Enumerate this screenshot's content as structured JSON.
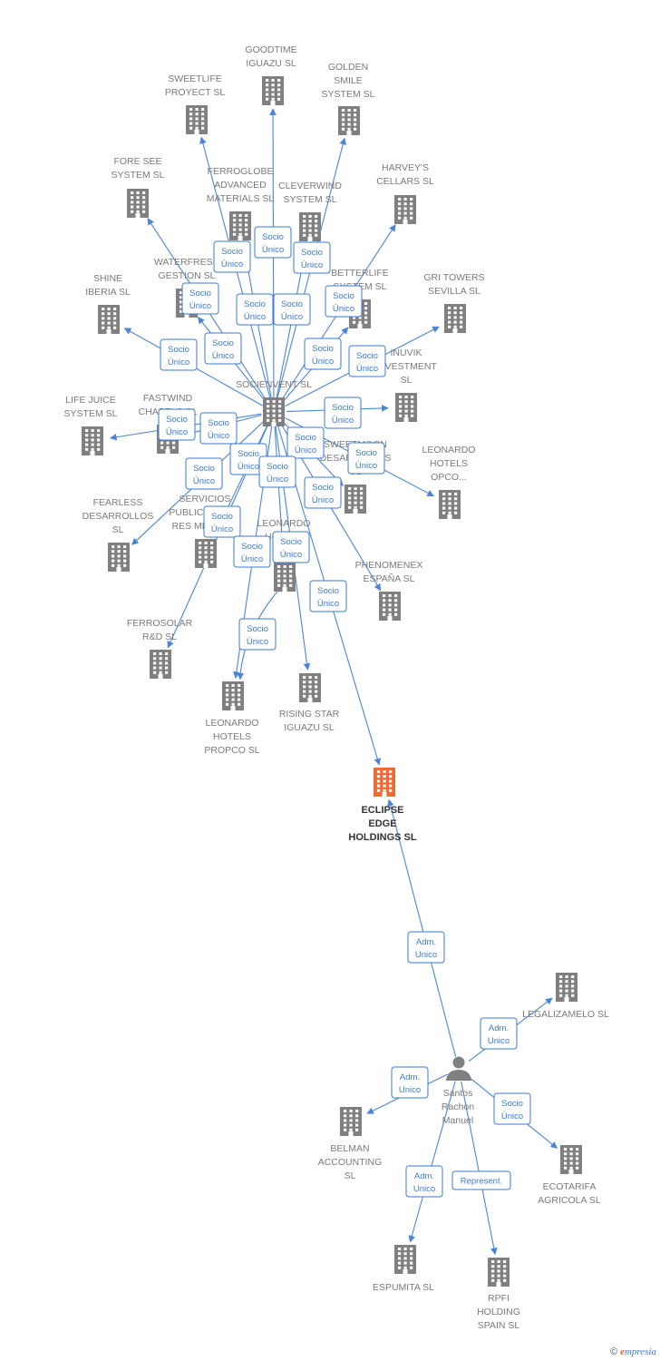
{
  "colors": {
    "edge": "#4a86d8",
    "company": "#808080",
    "focus": "#f06a35",
    "person": "#808080"
  },
  "brand": {
    "copyright": "©",
    "initial": "e",
    "rest": "mpresia"
  },
  "nodes": {
    "goodtime": {
      "kind": "company",
      "lines": [
        "GOODTIME",
        "IGUAZU  SL"
      ]
    },
    "sweetlife": {
      "kind": "company",
      "lines": [
        "SWEETLIFE",
        "PROYECT  SL"
      ]
    },
    "golden": {
      "kind": "company",
      "lines": [
        "GOLDEN",
        "SMILE",
        "SYSTEM  SL"
      ]
    },
    "foresee": {
      "kind": "company",
      "lines": [
        "FORE SEE",
        "SYSTEM  SL"
      ]
    },
    "ferroglobe": {
      "kind": "company",
      "lines": [
        "FERROGLOBE",
        "ADVANCED",
        "MATERIALS  SL"
      ]
    },
    "cleverwind": {
      "kind": "company",
      "lines": [
        "CLEVERWIND",
        "SYSTEM  SL"
      ]
    },
    "harveys": {
      "kind": "company",
      "lines": [
        "HARVEY'S",
        "CELLARS  SL"
      ]
    },
    "waterfresh": {
      "kind": "company",
      "lines": [
        "WATERFRESH",
        "GESTION  SL"
      ]
    },
    "betterlife": {
      "kind": "company",
      "lines": [
        "BETTERLIFE",
        "SYSTEM  SL"
      ]
    },
    "shine": {
      "kind": "company",
      "lines": [
        "SHINE",
        "IBERIA  SL"
      ]
    },
    "gritowers": {
      "kind": "company",
      "lines": [
        "GRI TOWERS",
        "SEVILLA  SL"
      ]
    },
    "inuvik": {
      "kind": "company",
      "lines": [
        "INUVIK",
        "INVESTMENT",
        "SL"
      ]
    },
    "socienvent": {
      "kind": "company",
      "lines": [
        "SOCIENVENT SL"
      ]
    },
    "lifejuice": {
      "kind": "company",
      "lines": [
        "LIFE JUICE",
        "SYSTEM  SL"
      ]
    },
    "fastwind": {
      "kind": "company",
      "lines": [
        "FASTWIND",
        "CHAPELS  SL"
      ]
    },
    "sweetmoon": {
      "kind": "company",
      "lines": [
        "SWEETMOON",
        "DESARROLLOS",
        "SL"
      ]
    },
    "leonardoopco": {
      "kind": "company",
      "lines": [
        "LEONARDO",
        "HOTELS",
        "OPCO..."
      ]
    },
    "fearless": {
      "kind": "company",
      "lines": [
        "FEARLESS",
        "DESARROLLOS",
        "SL"
      ]
    },
    "servicios": {
      "kind": "company",
      "lines": [
        "SERVICIOS",
        "PUBLICITARIOS",
        "RES MEDIA SL"
      ]
    },
    "leonardomid": {
      "kind": "company",
      "lines": [
        "LEONARDO",
        "HOTELS",
        "..."
      ]
    },
    "phenomenex": {
      "kind": "company",
      "lines": [
        "PHENOMENEX",
        "ESPAÑA  SL"
      ]
    },
    "ferrosolar": {
      "kind": "company",
      "lines": [
        "FERROSOLAR",
        "R&D  SL"
      ]
    },
    "leonardopropco": {
      "kind": "company",
      "lines": [
        "LEONARDO",
        "HOTELS",
        "PROPCO  SL"
      ]
    },
    "risingstar": {
      "kind": "company",
      "lines": [
        "RISING STAR",
        "IGUAZU  SL"
      ]
    },
    "eclipse": {
      "kind": "focus",
      "lines": [
        "ECLIPSE",
        "EDGE",
        "HOLDINGS  SL"
      ]
    },
    "legalizamelo": {
      "kind": "company",
      "lines": [
        "LEGALIZAMELO SL"
      ]
    },
    "santos": {
      "kind": "person",
      "lines": [
        "Santos",
        "Rachon",
        "Manuel"
      ]
    },
    "belman": {
      "kind": "company",
      "lines": [
        "BELMAN",
        "ACCOUNTING",
        "SL"
      ]
    },
    "ecotarifa": {
      "kind": "company",
      "lines": [
        "ECOTARIFA",
        "AGRICOLA  SL"
      ]
    },
    "espumita": {
      "kind": "company",
      "lines": [
        "ESPUMITA  SL"
      ]
    },
    "rpfi": {
      "kind": "company",
      "lines": [
        "RPFI",
        "HOLDING",
        "SPAIN SL"
      ]
    }
  },
  "edges": [
    {
      "from": "socienvent",
      "to": "goodtime",
      "label": [
        "Socio",
        "Único"
      ]
    },
    {
      "from": "socienvent",
      "to": "sweetlife",
      "label": [
        "Socio",
        "Único"
      ]
    },
    {
      "from": "socienvent",
      "to": "golden",
      "label": [
        "Socio",
        "Único"
      ]
    },
    {
      "from": "socienvent",
      "to": "foresee",
      "label": [
        "Socio",
        "Único"
      ]
    },
    {
      "from": "socienvent",
      "to": "ferroglobe",
      "label": [
        "Socio",
        "Único"
      ]
    },
    {
      "from": "socienvent",
      "to": "cleverwind",
      "label": [
        "Socio",
        "Único"
      ]
    },
    {
      "from": "socienvent",
      "to": "harveys",
      "label": [
        "Socio",
        "Único"
      ]
    },
    {
      "from": "socienvent",
      "to": "waterfresh",
      "label": [
        "Socio",
        "Único"
      ]
    },
    {
      "from": "socienvent",
      "to": "betterlife",
      "label": [
        "Socio",
        "Único"
      ]
    },
    {
      "from": "socienvent",
      "to": "shine",
      "label": [
        "Socio",
        "Único"
      ]
    },
    {
      "from": "socienvent",
      "to": "inuvik",
      "label": [
        "Socio",
        "Único"
      ]
    },
    {
      "from": "socienvent",
      "to": "gritowers",
      "label": [
        "Socio",
        "Único"
      ]
    },
    {
      "from": "socienvent",
      "to": "lifejuice",
      "label": [
        "Socio",
        "Único"
      ]
    },
    {
      "from": "socienvent",
      "to": "fastwind",
      "label": [
        "Socio",
        "Único"
      ]
    },
    {
      "from": "socienvent",
      "to": "sweetmoon",
      "label": [
        "Socio",
        "Único"
      ]
    },
    {
      "from": "socienvent",
      "to": "leonardoopco",
      "label": [
        "Socio",
        "Único"
      ]
    },
    {
      "from": "socienvent",
      "to": "fearless",
      "label": [
        "Socio",
        "Único"
      ]
    },
    {
      "from": "socienvent",
      "to": "servicios",
      "label": [
        "Socio",
        "Único"
      ]
    },
    {
      "from": "socienvent",
      "to": "leonardomid",
      "label": [
        "Socio",
        "Único"
      ]
    },
    {
      "from": "socienvent",
      "to": "phenomenex",
      "label": [
        "Socio",
        "Único"
      ]
    },
    {
      "from": "socienvent",
      "to": "ferrosolar",
      "label": [
        "Socio",
        "Único"
      ]
    },
    {
      "from": "socienvent",
      "to": "leonardopropco",
      "label": [
        "Socio",
        "Único"
      ]
    },
    {
      "from": "socienvent",
      "to": "risingstar",
      "label": [
        "Socio",
        "Único"
      ]
    },
    {
      "from": "socienvent",
      "to": "eclipse",
      "label": [
        "Socio",
        "Único"
      ]
    },
    {
      "from": "leonardomid",
      "to": "leonardopropco",
      "label": [
        "Socio",
        "Único"
      ]
    },
    {
      "from": "santos",
      "to": "eclipse",
      "label": [
        "Adm.",
        "Unico"
      ]
    },
    {
      "from": "santos",
      "to": "legalizamelo",
      "label": [
        "Adm.",
        "Unico"
      ]
    },
    {
      "from": "santos",
      "to": "belman",
      "label": [
        "Adm.",
        "Unico"
      ]
    },
    {
      "from": "santos",
      "to": "ecotarifa",
      "label": [
        "Socio",
        "Único"
      ]
    },
    {
      "from": "santos",
      "to": "espumita",
      "label": [
        "Adm.",
        "Unico"
      ]
    },
    {
      "from": "santos",
      "to": "rpfi",
      "label": [
        "Represent."
      ]
    }
  ]
}
